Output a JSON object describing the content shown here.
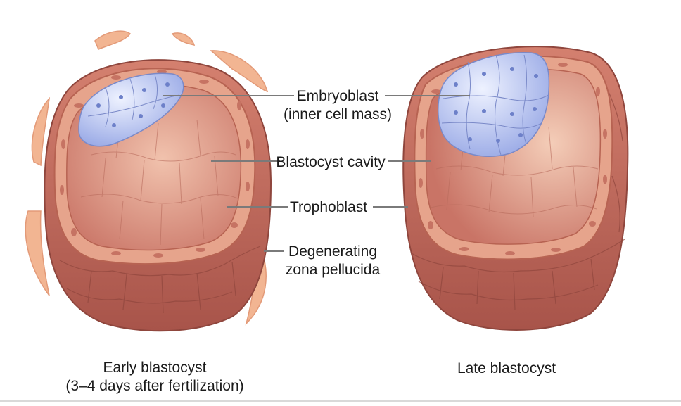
{
  "labels": {
    "embryoblast": {
      "line1": "Embryoblast",
      "line2": "(inner cell mass)"
    },
    "blastocyst_cavity": "Blastocyst cavity",
    "trophoblast": "Trophoblast",
    "zona": {
      "line1": "Degenerating",
      "line2": "zona pellucida"
    }
  },
  "captions": {
    "early": {
      "line1": "Early blastocyst",
      "line2": "(3–4 days after fertilization)"
    },
    "late": "Late blastocyst"
  },
  "colors": {
    "outer_wall": "#c97466",
    "outer_wall_dark": "#a8544a",
    "trophoblast_rim": "#e6a48c",
    "cavity_interior": "#d98d7c",
    "cavity_light": "#f1c2ad",
    "embryoblast": "#a9b8ee",
    "embryoblast_light": "#dde4fb",
    "zona": "#f2b592",
    "leader_line": "#7a7a7a"
  }
}
